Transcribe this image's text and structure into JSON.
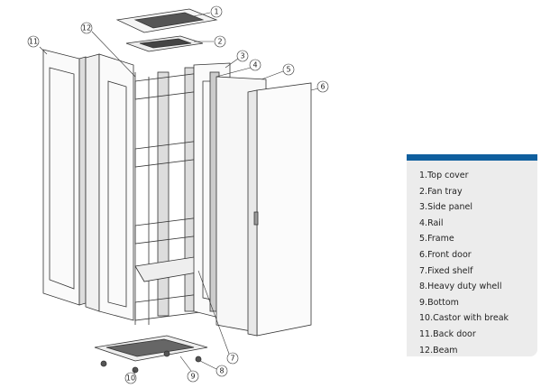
{
  "legend": {
    "accent_color": "#0f5f9e",
    "items": [
      {
        "number": "1",
        "label": "1.Top cover"
      },
      {
        "number": "2",
        "label": "2.Fan tray"
      },
      {
        "number": "3",
        "label": "3.Side panel"
      },
      {
        "number": "4",
        "label": "4.Rail"
      },
      {
        "number": "5",
        "label": "5.Frame"
      },
      {
        "number": "6",
        "label": "6.Front door"
      },
      {
        "number": "7",
        "label": "7.Fixed shelf"
      },
      {
        "number": "8",
        "label": "8.Heavy duty whell"
      },
      {
        "number": "9",
        "label": "9.Bottom"
      },
      {
        "number": "10",
        "label": "10.Castor with break"
      },
      {
        "number": "11",
        "label": "11.Back door"
      },
      {
        "number": "12",
        "label": "12.Beam"
      }
    ]
  }
}
